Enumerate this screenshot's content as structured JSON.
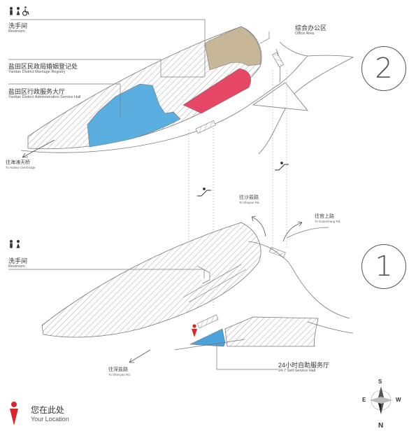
{
  "floor2": {
    "number": "2",
    "restroom": {
      "zh": "洗手间",
      "en": "Restroom"
    },
    "office": {
      "zh": "综合办公区",
      "en": "Office Area"
    },
    "marriage": {
      "zh": "盐田区民政局婚姻登记处",
      "en": "Yantian District Marriage Registry"
    },
    "admin": {
      "zh": "盐田区行政服务大厅",
      "en": "Yantian District Administration Service Hall"
    },
    "to_haitao": {
      "zh": "往海涛天桥",
      "en": "To Haitao Overbridge"
    }
  },
  "floor1": {
    "number": "1",
    "restroom": {
      "zh": "洗手间",
      "en": "Restroom"
    },
    "to_shayan": {
      "zh": "往沙盐路",
      "en": "To Shayan Rd."
    },
    "to_guanshang": {
      "zh": "往官上路",
      "en": "To Guanshang Rd."
    },
    "to_shenyan": {
      "zh": "往深盐路",
      "en": "To Shenyan Rd."
    },
    "self_service": {
      "zh": "24小时自助服务厅",
      "en": "24-7 Self-Service Hall"
    }
  },
  "location": {
    "zh": "您在此处",
    "en": "Your Location"
  },
  "compass": {
    "n": "N",
    "s": "S",
    "e": "E",
    "w": "W"
  },
  "colors": {
    "office": "#c7b697",
    "marriage": "#e54764",
    "admin": "#5aaee0",
    "self_service": "#4aa3dc",
    "marker": "#d9262c"
  }
}
